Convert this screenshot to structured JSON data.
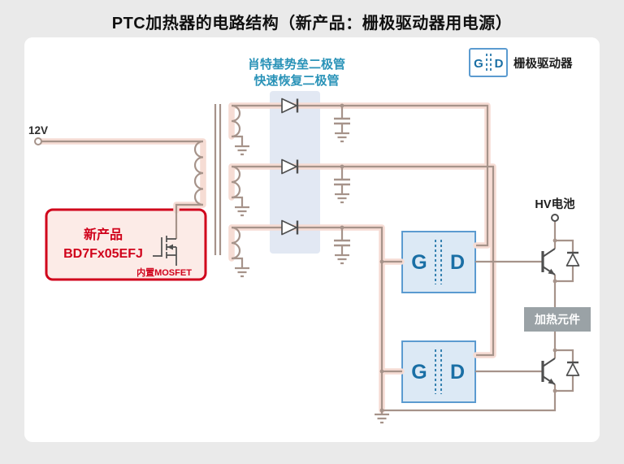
{
  "title": "PTC加热器的电路结构（新产品：栅极驱动器用电源）",
  "annotations": {
    "input": "12V",
    "diode_note_line1": "肖特基势垒二极管",
    "diode_note_line2": "快速恢复二极管",
    "hv_battery": "HV电池",
    "heater": "加热元件",
    "legend_label": "栅极驱动器"
  },
  "new_product": {
    "badge": "新产品",
    "part": "BD7Fx05EFJ",
    "note": "内置MOSFET"
  },
  "gate_driver": {
    "gate": "G",
    "drive": "D"
  },
  "colors": {
    "page_bg": "#eaeaea",
    "panel_bg": "#ffffff",
    "wire": "#a6938a",
    "wire_glow": "#f6dcd4",
    "accent_red": "#d0021b",
    "accent_red_fill": "#fcebe7",
    "note_blue": "#2a93b8",
    "gd_blue": "#1a6fa5",
    "gd_border": "#5b9bd0",
    "gd_fill": "#dce9f5",
    "band_blue": "#e2e8f3",
    "heater_gray": "#9aa2a6",
    "component": "#4f4f4f"
  }
}
